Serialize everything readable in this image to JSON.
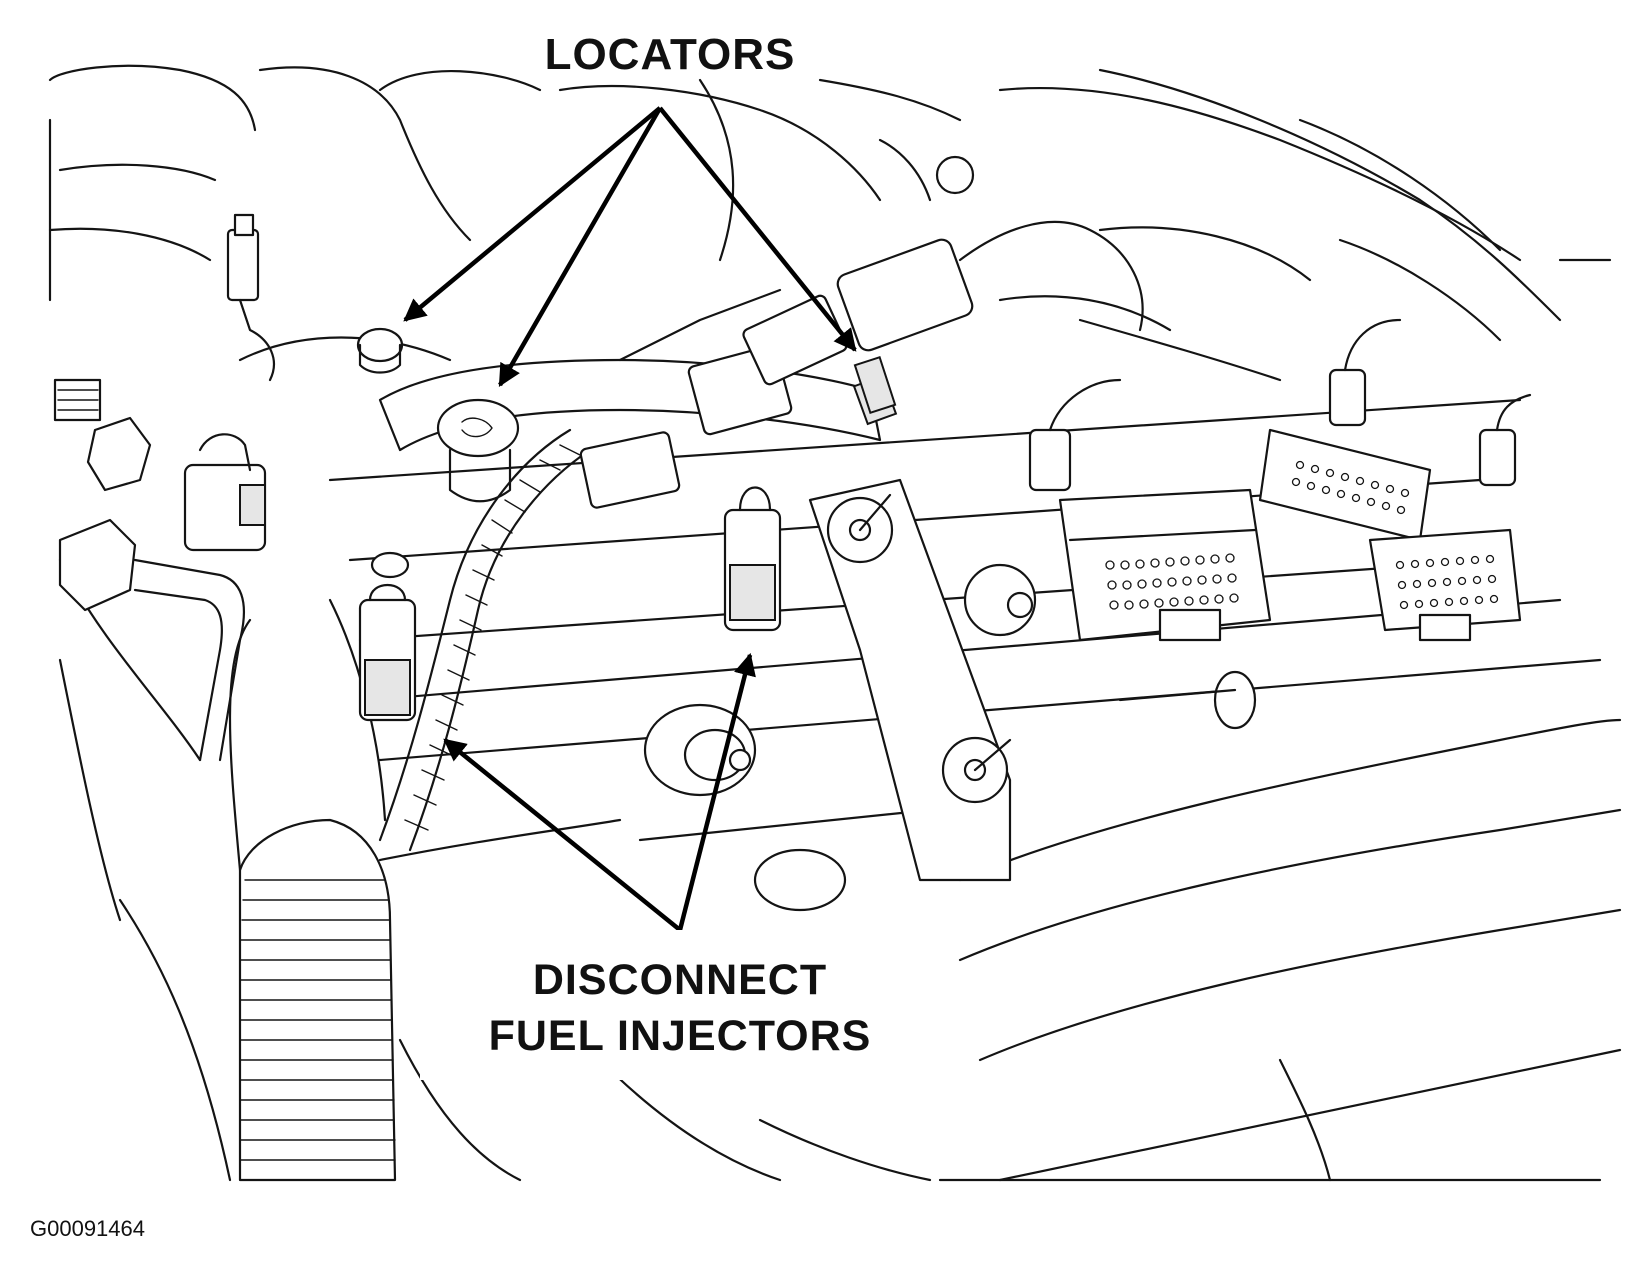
{
  "diagram": {
    "labels": {
      "locators": "LOCATORS",
      "disconnect_line1": "DISCONNECT",
      "disconnect_line2": "FUEL INJECTORS",
      "figure_id": "G00091464"
    },
    "colors": {
      "ink": "#141414",
      "background": "#ffffff",
      "shading": "#e6e6e6"
    }
  }
}
